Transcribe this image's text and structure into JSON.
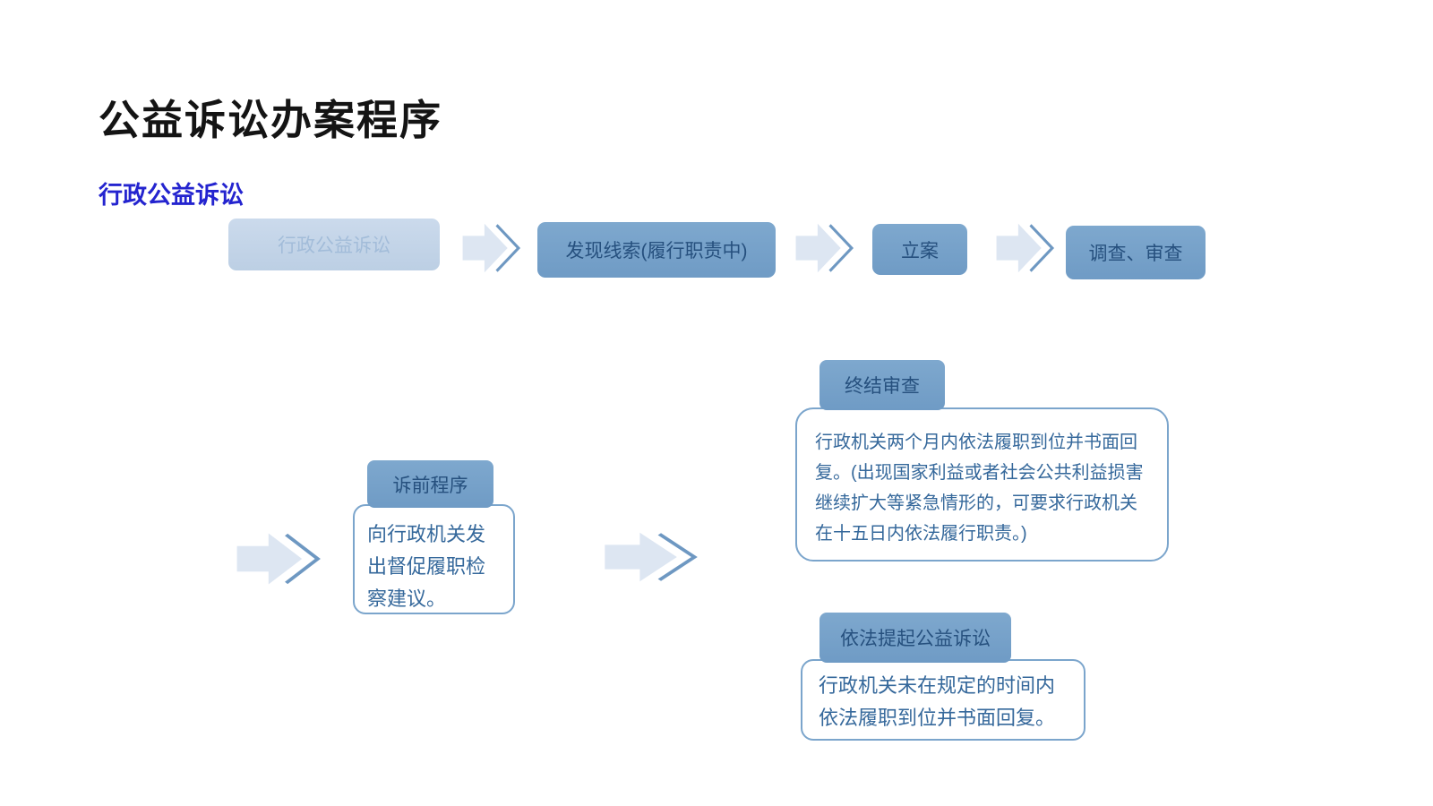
{
  "slide": {
    "title": "公益诉讼办案程序",
    "subtitle": "行政公益诉讼"
  },
  "flow": {
    "top_row": [
      {
        "label": "行政公益诉讼"
      },
      {
        "label": "发现线索(履行职责中)"
      },
      {
        "label": "立案"
      },
      {
        "label": "调查、审查"
      }
    ],
    "pretrial": {
      "header": "诉前程序",
      "body": "向行政机关发出督促履职检察建议。"
    },
    "closing_review": {
      "header": "终结审查",
      "body": "行政机关两个月内依法履职到位并书面回复。(出现国家利益或者社会公共利益损害继续扩大等紧急情形的，可要求行政机关在十五日内依法履行职责。)"
    },
    "file_lawsuit": {
      "header": "依法提起公益诉讼",
      "body": "行政机关未在规定的时间内依法履职到位并书面回复。"
    }
  },
  "icons": {
    "arrow": "right-block-arrow"
  },
  "colors": {
    "background": "#ffffff",
    "title": "#141414",
    "subtitle": "#2424cf",
    "step_fill": "#74a0c9",
    "step_fill_faded": "#c3d5e8",
    "step_text": "#26507e",
    "panel_border": "#7ba5cc",
    "panel_text": "#35689b",
    "arrow_fill": "#dde6f2",
    "arrow_stroke": "#6e98c2"
  }
}
